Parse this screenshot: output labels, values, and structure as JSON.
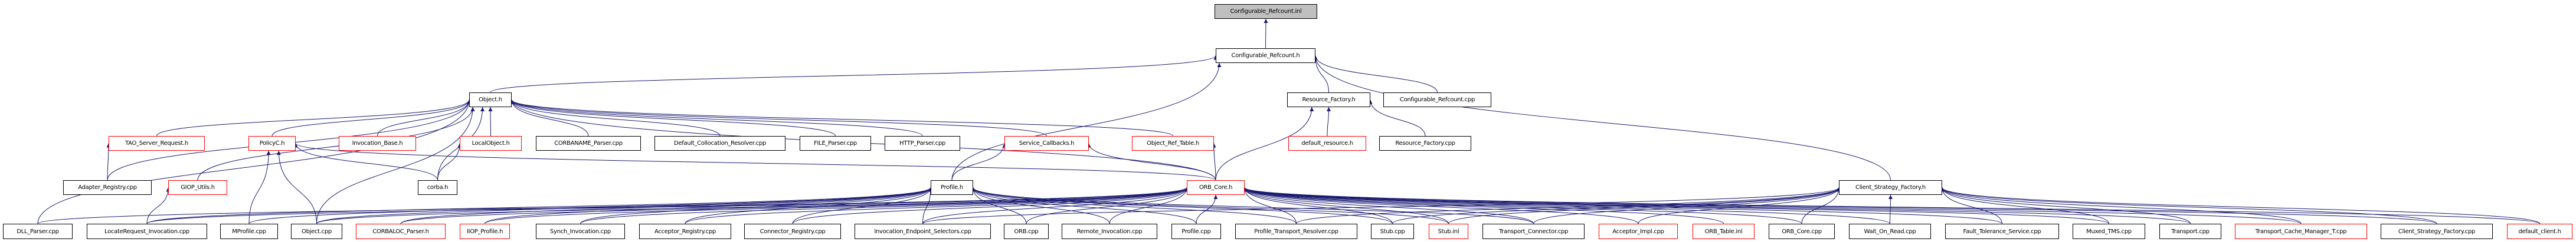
{
  "diagram": {
    "type": "include-dependency-graph",
    "direction": "included-by",
    "edge_color": "#191970",
    "legend_colors": {
      "root_fill": "#bfbfbf",
      "normal_border": "#000000",
      "truncated_border": "#ff0000"
    },
    "nodes": [
      {
        "id": "cr_inl",
        "label": "Configurable_Refcount.inl",
        "style": "root"
      },
      {
        "id": "cr_h",
        "label": "Configurable_Refcount.h",
        "style": "normal"
      },
      {
        "id": "object_h",
        "label": "Object.h",
        "style": "normal"
      },
      {
        "id": "resource_factory_h",
        "label": "Resource_Factory.h",
        "style": "normal"
      },
      {
        "id": "cr_cpp",
        "label": "Configurable_Refcount.cpp",
        "style": "normal"
      },
      {
        "id": "tao_server_request_h",
        "label": "TAO_Server_Request.h",
        "style": "red"
      },
      {
        "id": "policyc_h",
        "label": "PolicyC.h",
        "style": "red"
      },
      {
        "id": "invocation_base_h",
        "label": "Invocation_Base.h",
        "style": "red"
      },
      {
        "id": "localobject_h",
        "label": "LocalObject.h",
        "style": "red"
      },
      {
        "id": "corbaname_parser_cpp",
        "label": "CORBANAME_Parser.cpp",
        "style": "normal"
      },
      {
        "id": "default_collocation_resolver_cpp",
        "label": "Default_Collocation_Resolver.cpp",
        "style": "normal"
      },
      {
        "id": "file_parser_cpp",
        "label": "FILE_Parser.cpp",
        "style": "normal"
      },
      {
        "id": "http_parser_cpp",
        "label": "HTTP_Parser.cpp",
        "style": "normal"
      },
      {
        "id": "service_callbacks_h",
        "label": "Service_Callbacks.h",
        "style": "red"
      },
      {
        "id": "object_ref_table_h",
        "label": "Object_Ref_Table.h",
        "style": "red"
      },
      {
        "id": "default_resource_h",
        "label": "default_resource.h",
        "style": "red"
      },
      {
        "id": "resource_factory_cpp",
        "label": "Resource_Factory.cpp",
        "style": "normal"
      },
      {
        "id": "adapter_registry_cpp",
        "label": "Adapter_Registry.cpp",
        "style": "normal"
      },
      {
        "id": "giop_utils_h",
        "label": "GIOP_Utils.h",
        "style": "red"
      },
      {
        "id": "corba_h",
        "label": "corba.h",
        "style": "normal"
      },
      {
        "id": "profile_h",
        "label": "Profile.h",
        "style": "normal"
      },
      {
        "id": "orb_core_h",
        "label": "ORB_Core.h",
        "style": "red"
      },
      {
        "id": "client_strategy_factory_h",
        "label": "Client_Strategy_Factory.h",
        "style": "normal"
      },
      {
        "id": "dll_parser_cpp",
        "label": "DLL_Parser.cpp",
        "style": "normal"
      },
      {
        "id": "locaterequest_invocation_cpp",
        "label": "LocateRequest_Invocation.cpp",
        "style": "normal"
      },
      {
        "id": "mprofile_cpp",
        "label": "MProfile.cpp",
        "style": "normal"
      },
      {
        "id": "object_cpp",
        "label": "Object.cpp",
        "style": "normal"
      },
      {
        "id": "corbaloc_parser_h",
        "label": "CORBALOC_Parser.h",
        "style": "red"
      },
      {
        "id": "iiop_profile_h",
        "label": "IIOP_Profile.h",
        "style": "red"
      },
      {
        "id": "synch_invocation_cpp",
        "label": "Synch_Invocation.cpp",
        "style": "normal"
      },
      {
        "id": "acceptor_registry_cpp",
        "label": "Acceptor_Registry.cpp",
        "style": "normal"
      },
      {
        "id": "connector_registry_cpp",
        "label": "Connector_Registry.cpp",
        "style": "normal"
      },
      {
        "id": "invocation_endpoint_selectors_cpp",
        "label": "Invocation_Endpoint_Selectors.cpp",
        "style": "normal"
      },
      {
        "id": "orb_cpp",
        "label": "ORB.cpp",
        "style": "normal"
      },
      {
        "id": "remote_invocation_cpp",
        "label": "Remote_Invocation.cpp",
        "style": "normal"
      },
      {
        "id": "profile_cpp",
        "label": "Profile.cpp",
        "style": "normal"
      },
      {
        "id": "profile_transport_resolver_cpp",
        "label": "Profile_Transport_Resolver.cpp",
        "style": "normal"
      },
      {
        "id": "stub_cpp",
        "label": "Stub.cpp",
        "style": "normal"
      },
      {
        "id": "stub_inl",
        "label": "Stub.inl",
        "style": "red"
      },
      {
        "id": "transport_connector_cpp",
        "label": "Transport_Connector.cpp",
        "style": "normal"
      },
      {
        "id": "acceptor_impl_cpp",
        "label": "Acceptor_Impl.cpp",
        "style": "red"
      },
      {
        "id": "orb_table_inl",
        "label": "ORB_Table.inl",
        "style": "red"
      },
      {
        "id": "orb_core_cpp",
        "label": "ORB_Core.cpp",
        "style": "normal"
      },
      {
        "id": "wait_on_read_cpp",
        "label": "Wait_On_Read.cpp",
        "style": "normal"
      },
      {
        "id": "fault_tolerance_service_cpp",
        "label": "Fault_Tolerance_Service.cpp",
        "style": "normal"
      },
      {
        "id": "muxed_tms_cpp",
        "label": "Muxed_TMS.cpp",
        "style": "normal"
      },
      {
        "id": "transport_cpp",
        "label": "Transport.cpp",
        "style": "normal"
      },
      {
        "id": "transport_cache_manager_t_cpp",
        "label": "Transport_Cache_Manager_T.cpp",
        "style": "red"
      },
      {
        "id": "client_strategy_factory_cpp",
        "label": "Client_Strategy_Factory.cpp",
        "style": "normal"
      },
      {
        "id": "default_client_h",
        "label": "default_client.h",
        "style": "red"
      }
    ],
    "edges": [
      [
        "cr_h",
        "cr_inl"
      ],
      [
        "object_h",
        "cr_h"
      ],
      [
        "profile_h",
        "cr_h"
      ],
      [
        "resource_factory_h",
        "cr_h"
      ],
      [
        "cr_cpp",
        "cr_h"
      ],
      [
        "client_strategy_factory_h",
        "cr_h"
      ],
      [
        "default_resource_h",
        "resource_factory_h"
      ],
      [
        "resource_factory_cpp",
        "resource_factory_h"
      ],
      [
        "orb_core_h",
        "resource_factory_h"
      ],
      [
        "tao_server_request_h",
        "object_h"
      ],
      [
        "policyc_h",
        "object_h"
      ],
      [
        "invocation_base_h",
        "object_h"
      ],
      [
        "localobject_h",
        "object_h"
      ],
      [
        "corbaname_parser_cpp",
        "object_h"
      ],
      [
        "default_collocation_resolver_cpp",
        "object_h"
      ],
      [
        "file_parser_cpp",
        "object_h"
      ],
      [
        "http_parser_cpp",
        "object_h"
      ],
      [
        "service_callbacks_h",
        "object_h"
      ],
      [
        "object_ref_table_h",
        "object_h"
      ],
      [
        "orb_core_h",
        "object_h"
      ],
      [
        "adapter_registry_cpp",
        "object_h"
      ],
      [
        "giop_utils_h",
        "object_h"
      ],
      [
        "corba_h",
        "object_h"
      ],
      [
        "dll_parser_cpp",
        "object_h"
      ],
      [
        "object_cpp",
        "object_h"
      ],
      [
        "adapter_registry_cpp",
        "tao_server_request_h"
      ],
      [
        "mprofile_cpp",
        "policyc_h"
      ],
      [
        "object_cpp",
        "policyc_h"
      ],
      [
        "corba_h",
        "policyc_h"
      ],
      [
        "orb_core_h",
        "policyc_h"
      ],
      [
        "corba_h",
        "localobject_h"
      ],
      [
        "locaterequest_invocation_cpp",
        "giop_utils_h"
      ],
      [
        "profile_h",
        "service_callbacks_h"
      ],
      [
        "orb_core_h",
        "service_callbacks_h"
      ],
      [
        "orb_core_h",
        "object_ref_table_h"
      ],
      [
        "dll_parser_cpp",
        "orb_core_h"
      ],
      [
        "locaterequest_invocation_cpp",
        "profile_h"
      ],
      [
        "mprofile_cpp",
        "profile_h"
      ],
      [
        "object_cpp",
        "profile_h"
      ],
      [
        "corbaloc_parser_h",
        "profile_h"
      ],
      [
        "iiop_profile_h",
        "profile_h"
      ],
      [
        "synch_invocation_cpp",
        "profile_h"
      ],
      [
        "acceptor_registry_cpp",
        "profile_h"
      ],
      [
        "connector_registry_cpp",
        "profile_h"
      ],
      [
        "invocation_endpoint_selectors_cpp",
        "profile_h"
      ],
      [
        "orb_cpp",
        "profile_h"
      ],
      [
        "remote_invocation_cpp",
        "profile_h"
      ],
      [
        "profile_cpp",
        "profile_h"
      ],
      [
        "profile_transport_resolver_cpp",
        "profile_h"
      ],
      [
        "stub_cpp",
        "profile_h"
      ],
      [
        "stub_inl",
        "profile_h"
      ],
      [
        "transport_connector_cpp",
        "profile_h"
      ],
      [
        "locaterequest_invocation_cpp",
        "orb_core_h"
      ],
      [
        "object_cpp",
        "orb_core_h"
      ],
      [
        "corbaloc_parser_h",
        "orb_core_h"
      ],
      [
        "iiop_profile_h",
        "orb_core_h"
      ],
      [
        "synch_invocation_cpp",
        "orb_core_h"
      ],
      [
        "acceptor_registry_cpp",
        "orb_core_h"
      ],
      [
        "connector_registry_cpp",
        "orb_core_h"
      ],
      [
        "invocation_endpoint_selectors_cpp",
        "orb_core_h"
      ],
      [
        "orb_cpp",
        "orb_core_h"
      ],
      [
        "remote_invocation_cpp",
        "orb_core_h"
      ],
      [
        "profile_cpp",
        "orb_core_h"
      ],
      [
        "profile_transport_resolver_cpp",
        "orb_core_h"
      ],
      [
        "stub_cpp",
        "orb_core_h"
      ],
      [
        "stub_inl",
        "orb_core_h"
      ],
      [
        "transport_connector_cpp",
        "orb_core_h"
      ],
      [
        "acceptor_impl_cpp",
        "orb_core_h"
      ],
      [
        "orb_table_inl",
        "orb_core_h"
      ],
      [
        "orb_core_cpp",
        "orb_core_h"
      ],
      [
        "wait_on_read_cpp",
        "orb_core_h"
      ],
      [
        "fault_tolerance_service_cpp",
        "orb_core_h"
      ],
      [
        "muxed_tms_cpp",
        "orb_core_h"
      ],
      [
        "transport_cpp",
        "orb_core_h"
      ],
      [
        "transport_cache_manager_t_cpp",
        "orb_core_h"
      ],
      [
        "client_strategy_factory_cpp",
        "orb_core_h"
      ],
      [
        "default_client_h",
        "orb_core_h"
      ],
      [
        "stub_cpp",
        "client_strategy_factory_h"
      ],
      [
        "stub_inl",
        "client_strategy_factory_h"
      ],
      [
        "transport_connector_cpp",
        "client_strategy_factory_h"
      ],
      [
        "profile_transport_resolver_cpp",
        "client_strategy_factory_h"
      ],
      [
        "acceptor_impl_cpp",
        "client_strategy_factory_h"
      ],
      [
        "orb_core_cpp",
        "client_strategy_factory_h"
      ],
      [
        "wait_on_read_cpp",
        "client_strategy_factory_h"
      ],
      [
        "fault_tolerance_service_cpp",
        "client_strategy_factory_h"
      ],
      [
        "muxed_tms_cpp",
        "client_strategy_factory_h"
      ],
      [
        "transport_cpp",
        "client_strategy_factory_h"
      ],
      [
        "transport_cache_manager_t_cpp",
        "client_strategy_factory_h"
      ],
      [
        "client_strategy_factory_cpp",
        "client_strategy_factory_h"
      ],
      [
        "default_client_h",
        "client_strategy_factory_h"
      ],
      [
        "invocation_endpoint_selectors_cpp",
        "client_strategy_factory_h"
      ]
    ]
  }
}
